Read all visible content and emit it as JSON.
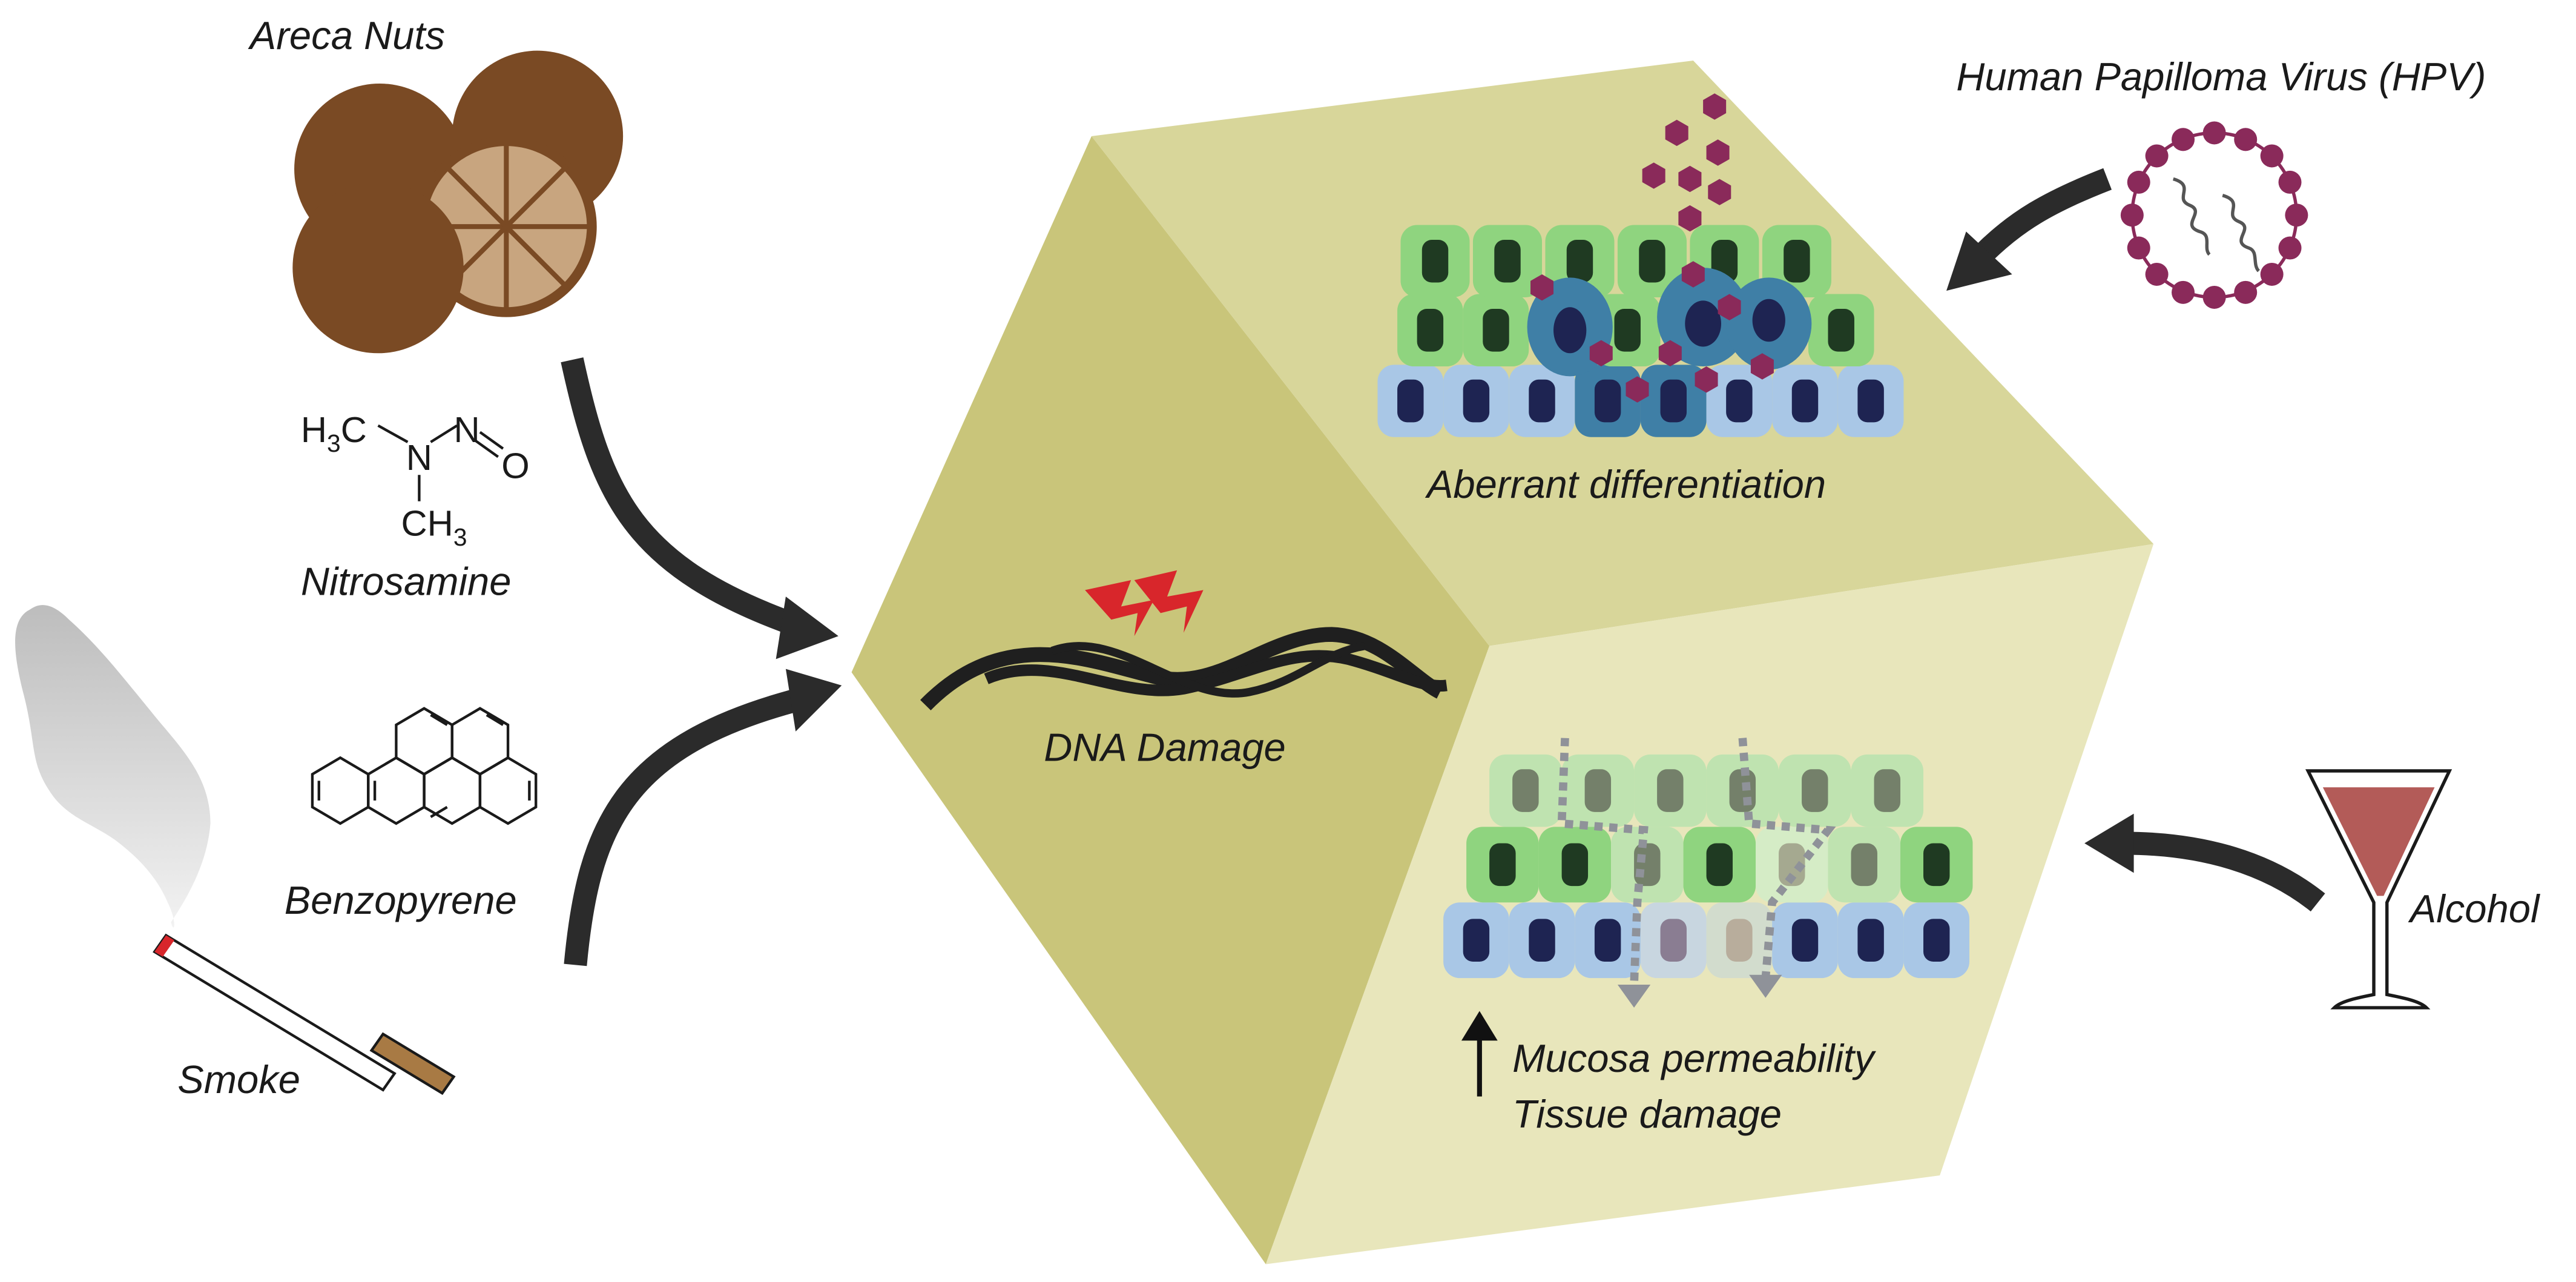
{
  "labels": {
    "areca_nuts": "Areca Nuts",
    "nitrosamine": "Nitrosamine",
    "benzopyrene": "Benzopyrene",
    "smoke": "Smoke",
    "hpv": "Human Papilloma Virus (HPV)",
    "alcohol": "Alcohol",
    "dna_damage": "DNA Damage",
    "aberrant_differentiation": "Aberrant differentiation",
    "mucosa_permeability": "Mucosa permeability",
    "tissue_damage": "Tissue damage"
  },
  "nitrosamine_formula": {
    "h3c": "H",
    "h3c_sub": "3",
    "h3c_c": "C",
    "n": "N",
    "n2": "N",
    "eq": "=",
    "o": "O",
    "ch3": "CH",
    "ch3_sub": "3"
  },
  "colors": {
    "cube_left": "#c9c57a",
    "cube_top": "#d8d69a",
    "cube_right": "#e8e6bb",
    "nut_dark": "#7a4a24",
    "nut_light": "#c8a57f",
    "arrow": "#2b2b2b",
    "cell_green": "#8fd47f",
    "cell_green_nucleus": "#1f3a22",
    "cell_blue": "#a9c7e6",
    "cell_blue_nucleus": "#1e2452",
    "cell_cancer": "#3f7fa6",
    "virus": "#8a2a5a",
    "dna_lightning": "#d8262b",
    "wine": "#b35b58"
  }
}
